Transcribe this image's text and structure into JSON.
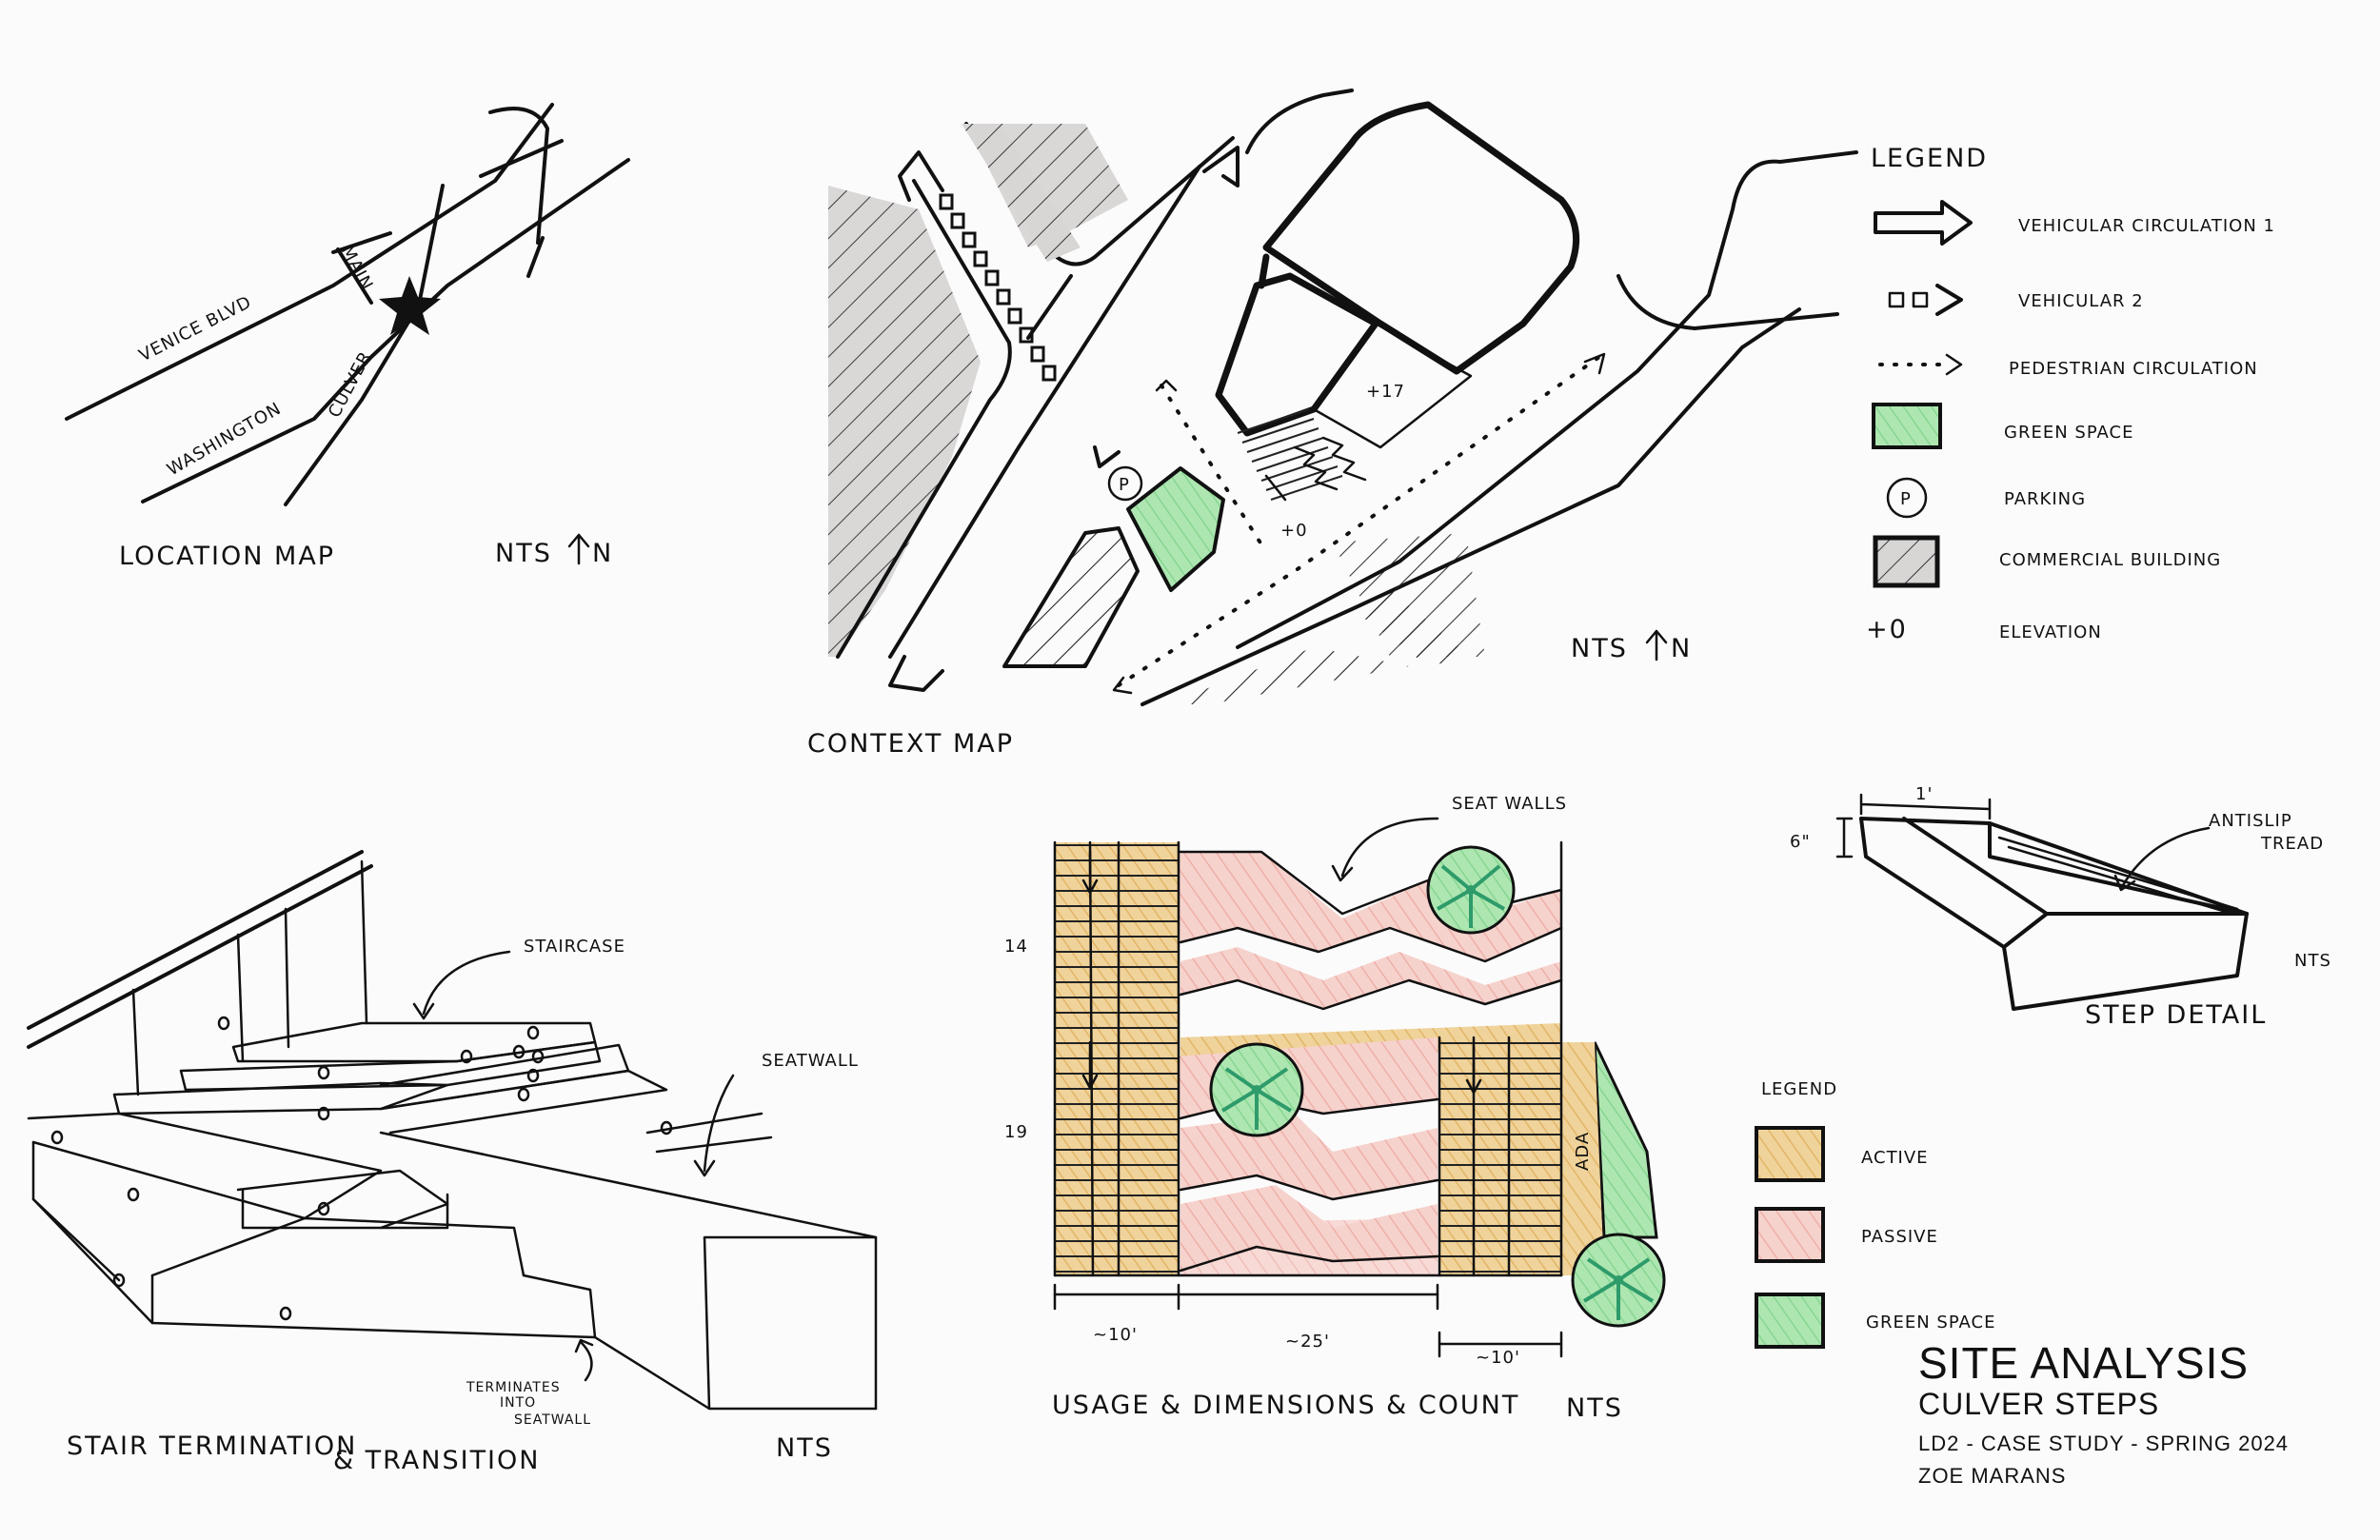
{
  "location_map": {
    "title": "LOCATION MAP",
    "scale": "NTS",
    "north": "N",
    "streets": {
      "venice": "VENICE BLVD",
      "washington": "WASHINGTON",
      "culver": "CULVER",
      "main": "MAIN"
    }
  },
  "context_map": {
    "title": "CONTEXT MAP",
    "scale": "NTS",
    "north": "N",
    "elevation_high": "+17",
    "elevation_low": "+0",
    "parking_symbol": "P"
  },
  "legend_top": {
    "title": "LEGEND",
    "items": [
      {
        "label": "VEHICULAR CIRCULATION 1"
      },
      {
        "label": "VEHICULAR 2"
      },
      {
        "label": "PEDESTRIAN CIRCULATION"
      },
      {
        "label": "GREEN SPACE"
      },
      {
        "label": "PARKING",
        "symbol": "P"
      },
      {
        "label": "COMMERCIAL BUILDING"
      },
      {
        "label": "ELEVATION",
        "symbol": "+0"
      }
    ]
  },
  "stair_termination": {
    "title": "STAIR TERMINATION",
    "title2": "& TRANSITION",
    "scale": "NTS",
    "labels": {
      "staircase": "STAIRCASE",
      "seatwall": "SEATWALL",
      "terminates_1": "TERMINATES",
      "terminates_2": "INTO",
      "terminates_3": "SEATWALL"
    }
  },
  "usage_plan": {
    "title": "USAGE & DIMENSIONS & COUNT",
    "scale": "NTS",
    "labels": {
      "seat_walls": "SEAT WALLS",
      "count_top": "14",
      "count_bottom": "19",
      "dim_left": "~10'",
      "dim_mid": "~25'",
      "dim_right": "~10'",
      "ada": "ADA"
    }
  },
  "step_detail": {
    "title": "STEP DETAIL",
    "scale": "NTS",
    "tread_depth": "1'",
    "riser_height": "6\"",
    "antislip_1": "ANTISLIP",
    "antislip_2": "TREAD"
  },
  "legend_bottom": {
    "title": "LEGEND",
    "items": [
      {
        "label": "ACTIVE"
      },
      {
        "label": "PASSIVE"
      },
      {
        "label": "GREEN SPACE"
      }
    ]
  },
  "title_block": {
    "title": "SITE ANALYSIS",
    "subtitle": "CULVER STEPS",
    "course": "LD2 - CASE STUDY - SPRING 2024",
    "author": "ZOE MARANS"
  },
  "colors": {
    "green": "#9fe0a6",
    "active": "#e8c174",
    "passive": "#f3c9c4",
    "building_tone": "#cfcdcd",
    "tree": "#2e9b6a"
  }
}
